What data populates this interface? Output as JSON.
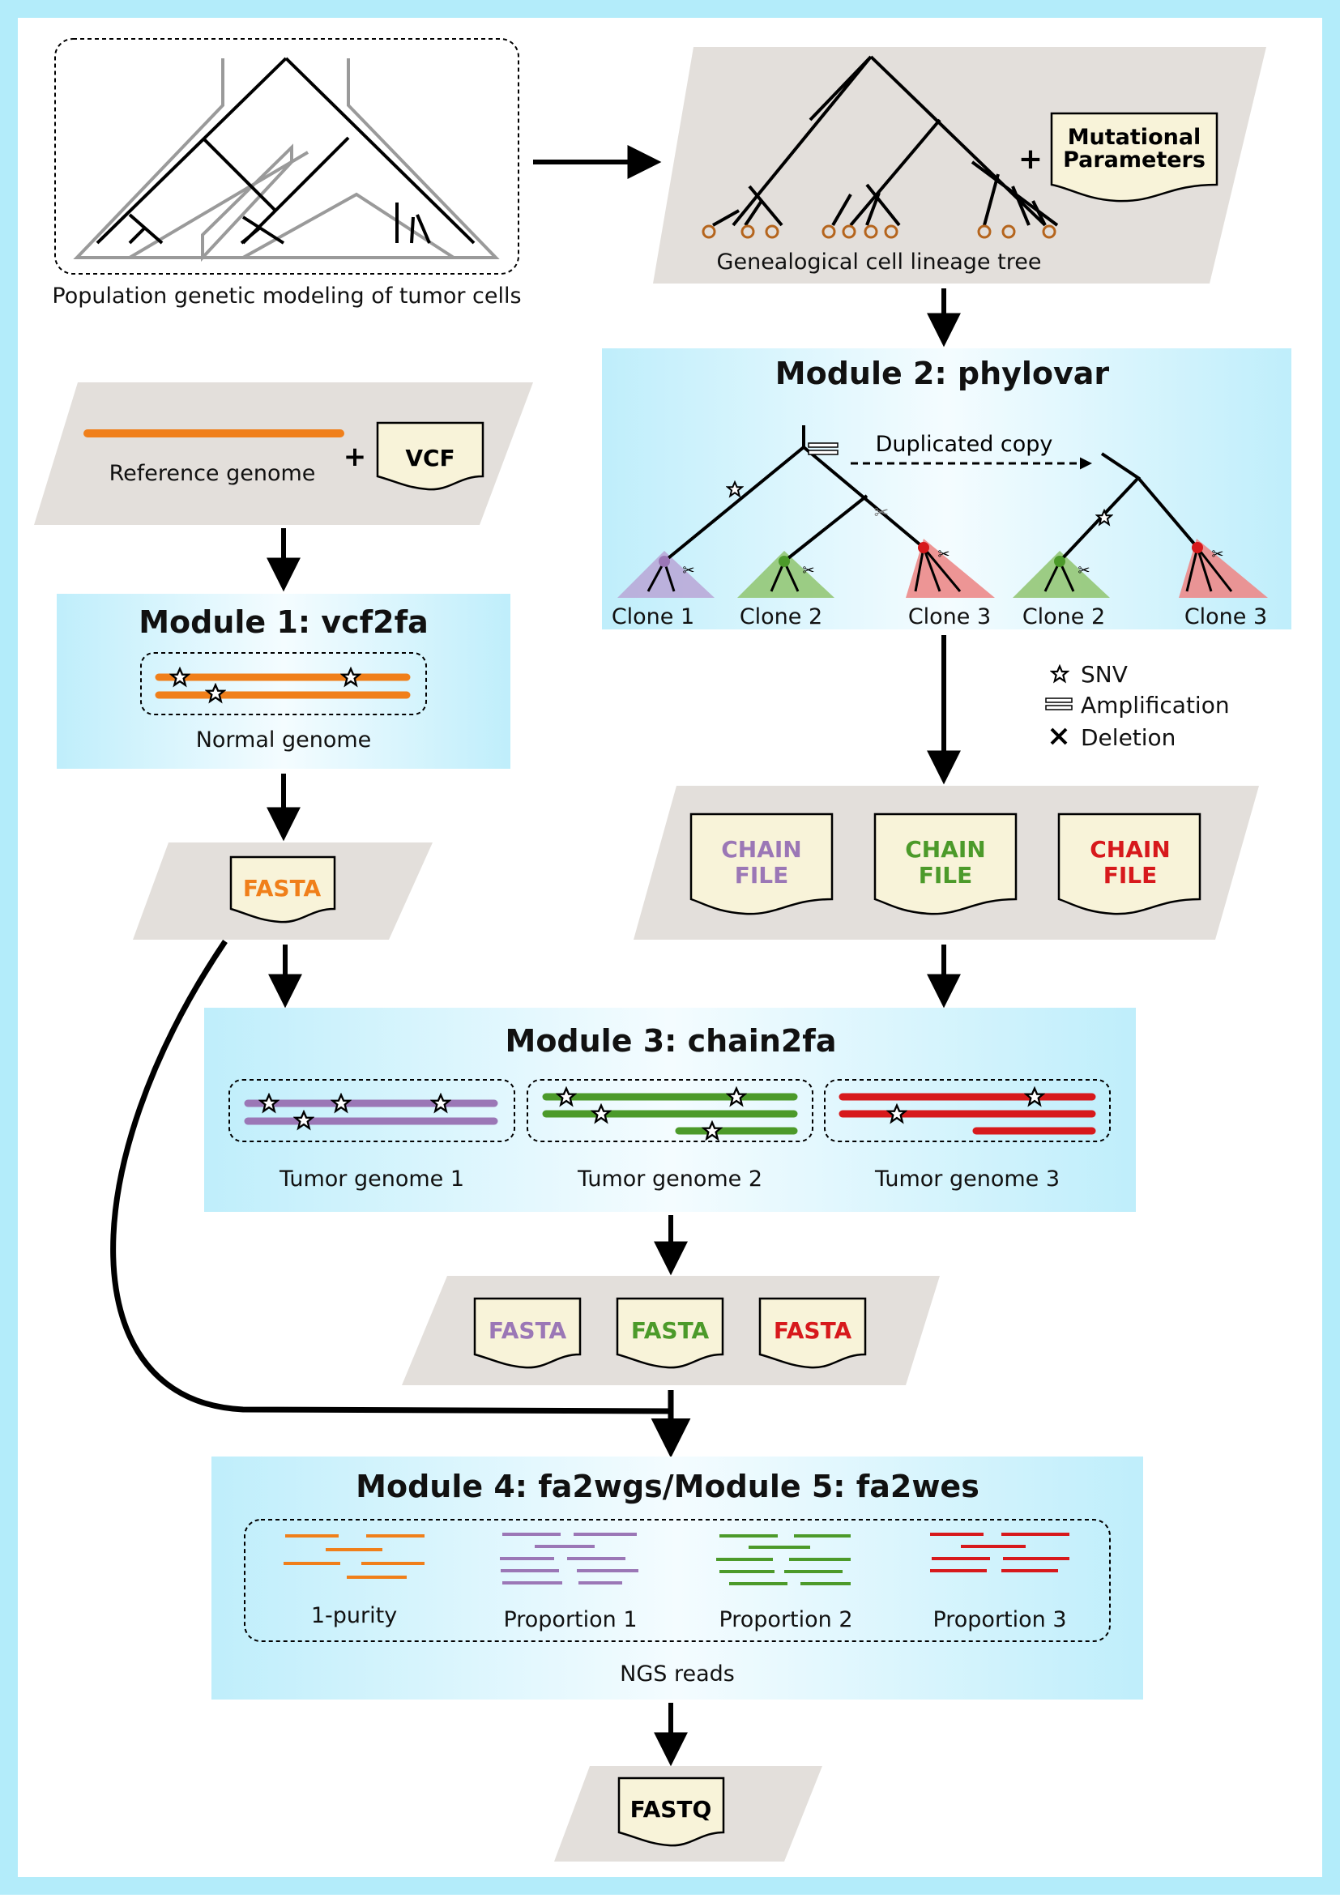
{
  "top": {
    "population_caption": "Population genetic modeling of tumor cells",
    "tree_caption": "Genealogical cell lineage tree",
    "plus": "+",
    "mutational_params_line1": "Mutational",
    "mutational_params_line2": "Parameters"
  },
  "module1": {
    "title": "Module 1: vcf2fa",
    "reference_caption": "Reference genome",
    "plus": "+",
    "vcf_label": "VCF",
    "normal_caption": "Normal genome",
    "fasta_label": "FASTA"
  },
  "module2": {
    "title": "Module 2: phylovar",
    "duplicated_label": "Duplicated copy",
    "clones": [
      "Clone 1",
      "Clone 2",
      "Clone 3",
      "Clone 2",
      "Clone 3"
    ]
  },
  "legend": {
    "snv": "SNV",
    "amplification": "Amplification",
    "deletion": "Deletion"
  },
  "chain_files": [
    {
      "line1": "CHAIN",
      "line2": "FILE",
      "color": "#9b77b6"
    },
    {
      "line1": "CHAIN",
      "line2": "FILE",
      "color": "#4c9a2a"
    },
    {
      "line1": "CHAIN",
      "line2": "FILE",
      "color": "#d7191c"
    }
  ],
  "module3": {
    "title": "Module 3: chain2fa",
    "genomes": [
      "Tumor genome 1",
      "Tumor genome 2",
      "Tumor genome 3"
    ]
  },
  "tumor_fastas": [
    {
      "label": "FASTA",
      "color": "#9b77b6"
    },
    {
      "label": "FASTA",
      "color": "#4c9a2a"
    },
    {
      "label": "FASTA",
      "color": "#d7191c"
    }
  ],
  "module45": {
    "title": "Module 4: fa2wgs/Module 5: fa2wes",
    "groups": [
      "1-purity",
      "Proportion 1",
      "Proportion 2",
      "Proportion 3"
    ],
    "ngs_caption": "NGS reads"
  },
  "output": {
    "fastq_label": "FASTQ"
  },
  "colors": {
    "orange": "#f07f1a",
    "purple": "#9b77b6",
    "green": "#4c9a2a",
    "red": "#d7191c",
    "border": "#b3ecfa",
    "parallelogram": "#e3dfdb",
    "doc": "#f8f3d9"
  }
}
